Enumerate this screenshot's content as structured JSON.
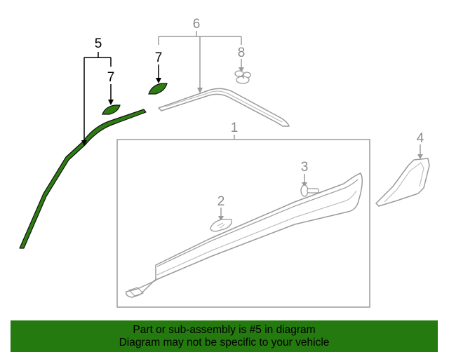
{
  "callouts": {
    "c1": "1",
    "c2": "2",
    "c3": "3",
    "c4": "4",
    "c5": "5",
    "c6": "6",
    "c7a": "7",
    "c7b": "7",
    "c8": "8"
  },
  "banner": {
    "line1": "Part or sub-assembly is #5 in diagram",
    "line2": "Diagram may not be specific to your vehicle"
  },
  "colors": {
    "highlight": "#2e7d12",
    "banner_bg": "#247a0e",
    "muted_line": "#9a9a9a",
    "text": "#000000"
  }
}
